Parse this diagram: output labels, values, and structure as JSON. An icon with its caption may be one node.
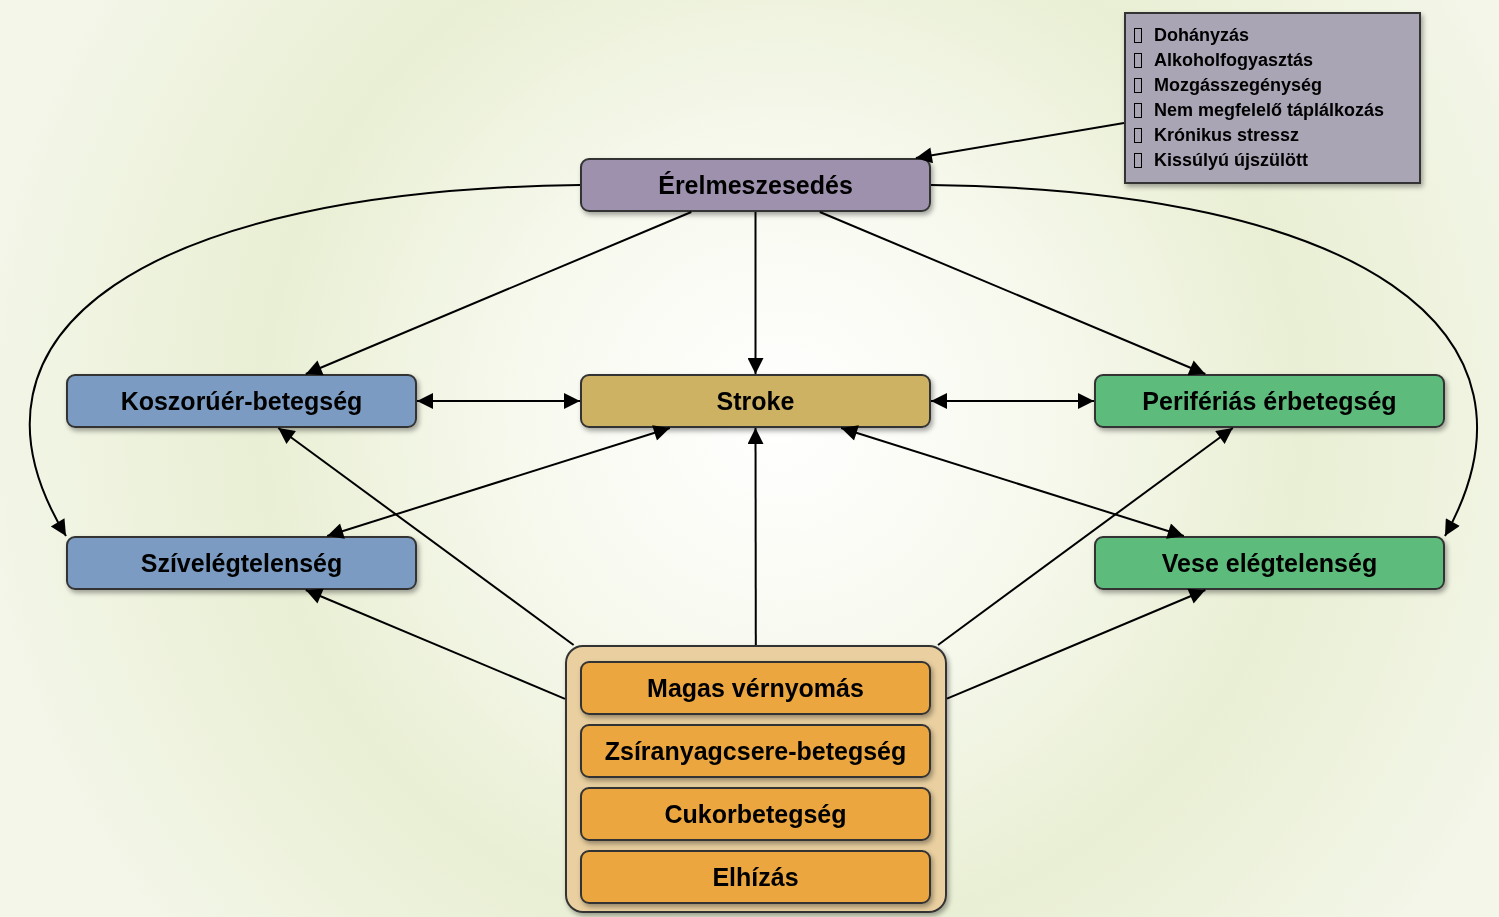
{
  "diagram": {
    "nodes": [
      {
        "text": [
          "Dohányzás",
          "Alkoholfogyasztás",
          "Mozgásszegénység",
          "Nem megfelelő táplálkozás",
          "Krónikus stressz",
          "Kissúlyú újszülött"
        ]
      },
      {
        "text": [
          "Érelmeszesedés"
        ]
      },
      {
        "text": [
          "Koszorúér-betegség"
        ]
      },
      {
        "text": [
          "Stroke"
        ]
      },
      {
        "text": [
          "Perifériás érbetegség"
        ]
      },
      {
        "text": [
          "Szívelégtelenség"
        ]
      },
      {
        "text": [
          "Vese elégtelenség"
        ]
      },
      {
        "text": [],
        "shape": "box"
      },
      {
        "text": [
          "Magas vérnyomás"
        ],
        "in": 7
      },
      {
        "text": [
          "Zsíranyagcsere-betegség"
        ],
        "in": 7
      },
      {
        "text": [
          "Cukorbetegség"
        ],
        "in": 7
      },
      {
        "text": [
          "Elhízás"
        ],
        "in": 7
      }
    ],
    "edges": [
      {
        "from": 0,
        "to": 1,
        "arrow": "to"
      },
      {
        "from": 1,
        "to": 5,
        "arrow": "to"
      },
      {
        "from": 1,
        "to": 2,
        "arrow": "to"
      },
      {
        "from": 1,
        "to": 3,
        "arrow": "to"
      },
      {
        "from": 1,
        "to": 4,
        "arrow": "to"
      },
      {
        "from": 1,
        "to": 6,
        "arrow": "to"
      },
      {
        "from": 2,
        "to": 3,
        "arrow": "both"
      },
      {
        "from": 3,
        "to": 4,
        "arrow": "both"
      },
      {
        "from": 3,
        "to": 5,
        "arrow": "both"
      },
      {
        "from": 3,
        "to": 6,
        "arrow": "both"
      },
      {
        "from": 7,
        "to": 5,
        "arrow": "to"
      },
      {
        "from": 7,
        "to": 2,
        "arrow": "to"
      },
      {
        "from": 7,
        "to": 3,
        "arrow": "to"
      },
      {
        "from": 7,
        "to": 4,
        "arrow": "to"
      },
      {
        "from": 7,
        "to": 6,
        "arrow": "to"
      }
    ]
  }
}
